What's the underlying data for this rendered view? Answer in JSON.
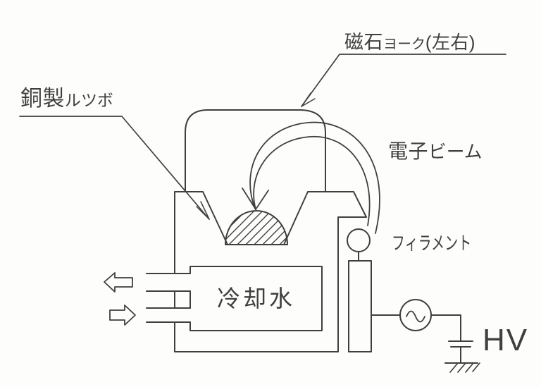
{
  "labels": {
    "magnet_yoke_kanji": "磁石",
    "magnet_yoke_kana": "ヨーク",
    "magnet_yoke_paren": "(左右)",
    "copper_crucible_kanji": "銅製",
    "copper_crucible_kana": "ルツボ",
    "electron_beam_kanji": "電子",
    "electron_beam_kana": "ビーム",
    "filament": "フィラメント",
    "cooling_water": "冷却水",
    "high_voltage": "HV"
  },
  "icons": {
    "water_out_arrow": "hollow-arrow-left",
    "water_in_arrow": "hollow-arrow-right",
    "ac_source": "circle-with-sine-wave",
    "ground": "ground-hatch-symbol",
    "capacitor": "two-parallel-plates",
    "electron_beam_arrow": "curved-arrow-into-crucible"
  },
  "colors": {
    "line": "#3f3f3f",
    "background": "#fdfdfb"
  }
}
